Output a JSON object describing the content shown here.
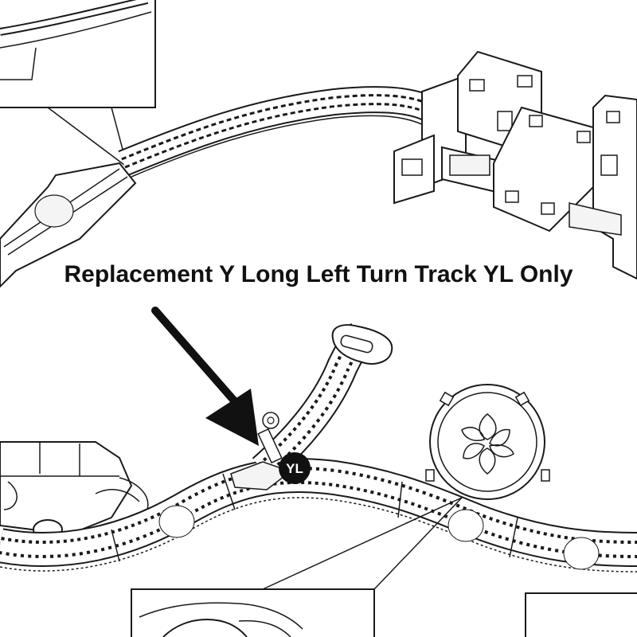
{
  "caption": "Replacement Y Long Left Turn Track YL Only",
  "badge": {
    "label": "YL"
  },
  "colors": {
    "line": "#1a1a1a",
    "fill": "#ffffff",
    "badge": "#111111",
    "badge_text": "#ffffff",
    "track_fill": "#f4f4f4"
  },
  "icons": [
    "pointer-arrow",
    "track-piece",
    "building",
    "fan-wheel"
  ]
}
